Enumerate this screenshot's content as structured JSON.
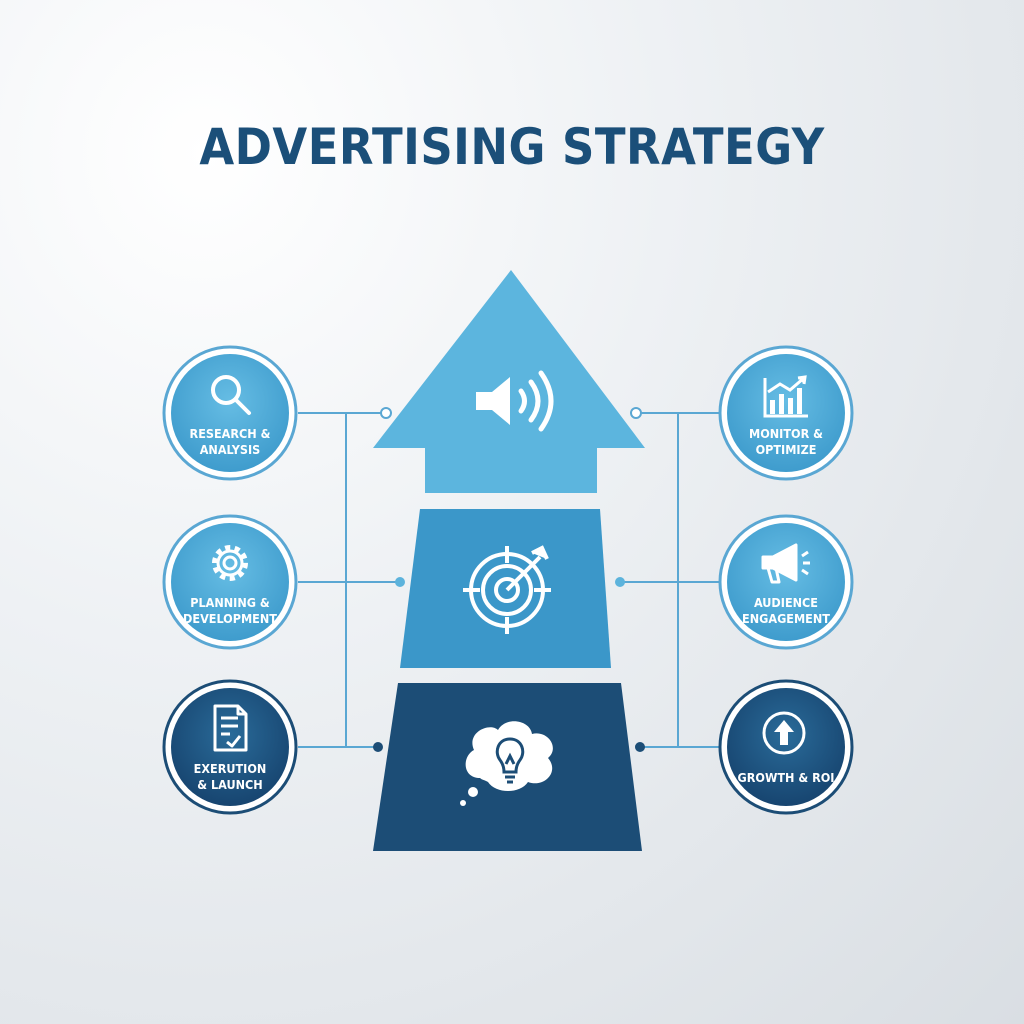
{
  "title": "ADVERTISING STRATEGY",
  "colors": {
    "light": "#5cb3dc",
    "mid": "#3a95c7",
    "dark": "#1c4d76",
    "line": "#5aa7d3",
    "ring": "#5aa7d3"
  },
  "left_steps": [
    {
      "line1": "RESEARCH &",
      "line2": "ANALYSIS",
      "icon": "magnifier-icon"
    },
    {
      "line1": "PLANNING &",
      "line2": "DEVELOPMENT",
      "icon": "gear-icon"
    },
    {
      "line1": "EXERUTION",
      "line2": "& LAUNCH",
      "icon": "document-check-icon"
    }
  ],
  "right_steps": [
    {
      "line1": "MONITOR &",
      "line2": "OPTIMIZE",
      "icon": "bar-chart-icon"
    },
    {
      "line1": "AUDIENCE",
      "line2": "ENGAGEMENT",
      "icon": "megaphone-icon"
    },
    {
      "line1": "GROWTH & ROI",
      "line2": "",
      "icon": "up-arrow-circle-icon"
    }
  ],
  "arrow_sections": [
    {
      "icon": "speaker-icon"
    },
    {
      "icon": "target-icon"
    },
    {
      "icon": "lightbulb-thought-icon"
    }
  ]
}
